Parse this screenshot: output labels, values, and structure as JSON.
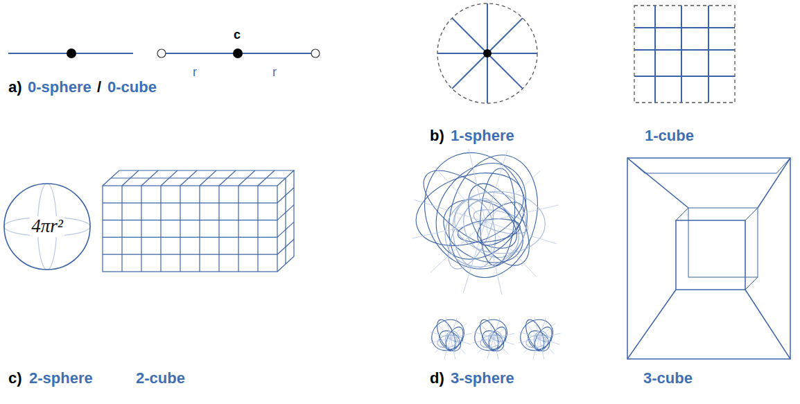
{
  "diagram": {
    "nodes": [
      {
        "text": [
          "4πr²"
        ]
      }
    ],
    "labels": [
      "a)",
      "0-sphere",
      "/",
      "0-cube",
      "c",
      "r",
      "r",
      "b)",
      "1-sphere",
      "1-cube",
      "c)",
      "2-sphere",
      "2-cube",
      "d)",
      "3-sphere",
      "3-cube"
    ]
  }
}
